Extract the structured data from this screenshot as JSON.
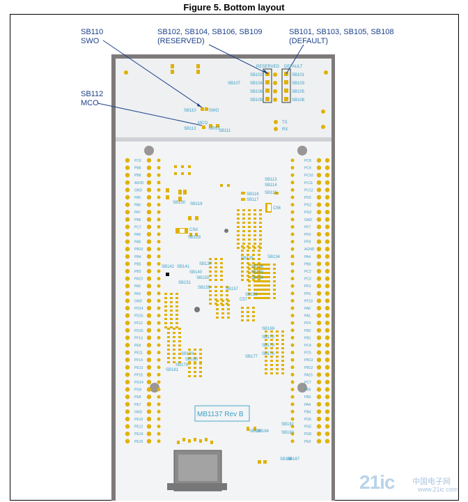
{
  "figure": {
    "title": "Figure 5. Bottom layout"
  },
  "callouts": {
    "swo": {
      "line1": "SB110",
      "line2": "SWO"
    },
    "mco": {
      "line1": "SB112",
      "line2": "MCO"
    },
    "reserved": {
      "line1": "SB102, SB104, SB106, SB109",
      "line2": "(RESERVED)"
    },
    "default": {
      "line1": "SB101, SB103, SB105, SB108",
      "line2": "(DEFAULT)"
    }
  },
  "board": {
    "revision": "MB1137 Rev B",
    "labels": {
      "reserved": "RESERVED",
      "default": "DEFAULT",
      "sb102": "SB102",
      "sb104": "SB104",
      "sb106": "SB106",
      "sb109": "SB109",
      "sb101": "SB101",
      "sb103": "SB103",
      "sb105": "SB105",
      "sb108": "SB108",
      "sb107": "SB107",
      "sb110": "SB110",
      "swo": "SWO",
      "mco": "MCO",
      "nrst": "NRST",
      "sb112": "SB112",
      "sb111": "SB111",
      "tx": "TX",
      "rx": "RX",
      "sb113": "SB113",
      "sb114": "SB114",
      "sb115": "SB115",
      "sb116": "SB116",
      "sb117": "SB117",
      "sb118": "SB118",
      "sb119": "SB119",
      "sb122": "SB122",
      "sb129": "SB129",
      "sb130": "SB130",
      "c56": "C56",
      "csd": "CSd",
      "sb132": "SB132",
      "sb133": "SB133",
      "sb134": "SB134",
      "sb135": "SB135",
      "sb136": "SB136",
      "sb137": "SB137",
      "sb138": "SB138",
      "sb139": "SB139",
      "sb140": "SB140",
      "sb141": "SB141",
      "sb142": "SB142",
      "sb150": "SB150",
      "sb151": "SB151",
      "sb155": "SB155",
      "sb156": "SB156",
      "sb157": "SB157",
      "c57": "C57",
      "sb169": "SB169",
      "sb170": "SB170",
      "sb173": "SB173",
      "sb176": "SB176",
      "sb177": "SB177",
      "sb178": "SB178",
      "sb179": "SB179",
      "sb180": "SB180",
      "sb181": "SB181",
      "sb182": "SB182",
      "sb183": "SB183",
      "sb184": "SB184",
      "sb185": "SB185",
      "sb186": "SB186",
      "sb187": "SB187"
    },
    "left_pins": [
      "PC6",
      "PB8",
      "PB9",
      "AVDD",
      "GND",
      "PA5",
      "PA6",
      "PA7",
      "PB6",
      "PC7",
      "PA9",
      "PA8",
      "PB10",
      "PB4",
      "PB5",
      "PB3",
      "PA10",
      "PA2",
      "PA3",
      "GND",
      "PD14",
      "PD15",
      "PF12",
      "PD15",
      "PF13",
      "PE9",
      "PE11",
      "PF14",
      "PE13",
      "PF15",
      "PG14",
      "PG9",
      "PE8",
      "PE7",
      "GND",
      "PE10",
      "PE12",
      "PE14",
      "PE15"
    ],
    "right_pins": [
      "PC8",
      "PC9",
      "PC10",
      "PC11",
      "PC12",
      "PD2",
      "PG2",
      "PG3",
      "GND",
      "PF7",
      "PF9",
      "PF8",
      "AGND",
      "PA4",
      "PB0",
      "PC2",
      "PC3",
      "PF3",
      "PF5",
      "PF10",
      "PA0",
      "PA1",
      "PF4",
      "PB2",
      "PB1",
      "PC4",
      "PC5",
      "PB13",
      "PB12",
      "PA15",
      "PC7",
      "PB5",
      "PB3",
      "PA4",
      "PB4",
      "PG6",
      "PG5",
      "PG8",
      "PE0"
    ]
  }
}
